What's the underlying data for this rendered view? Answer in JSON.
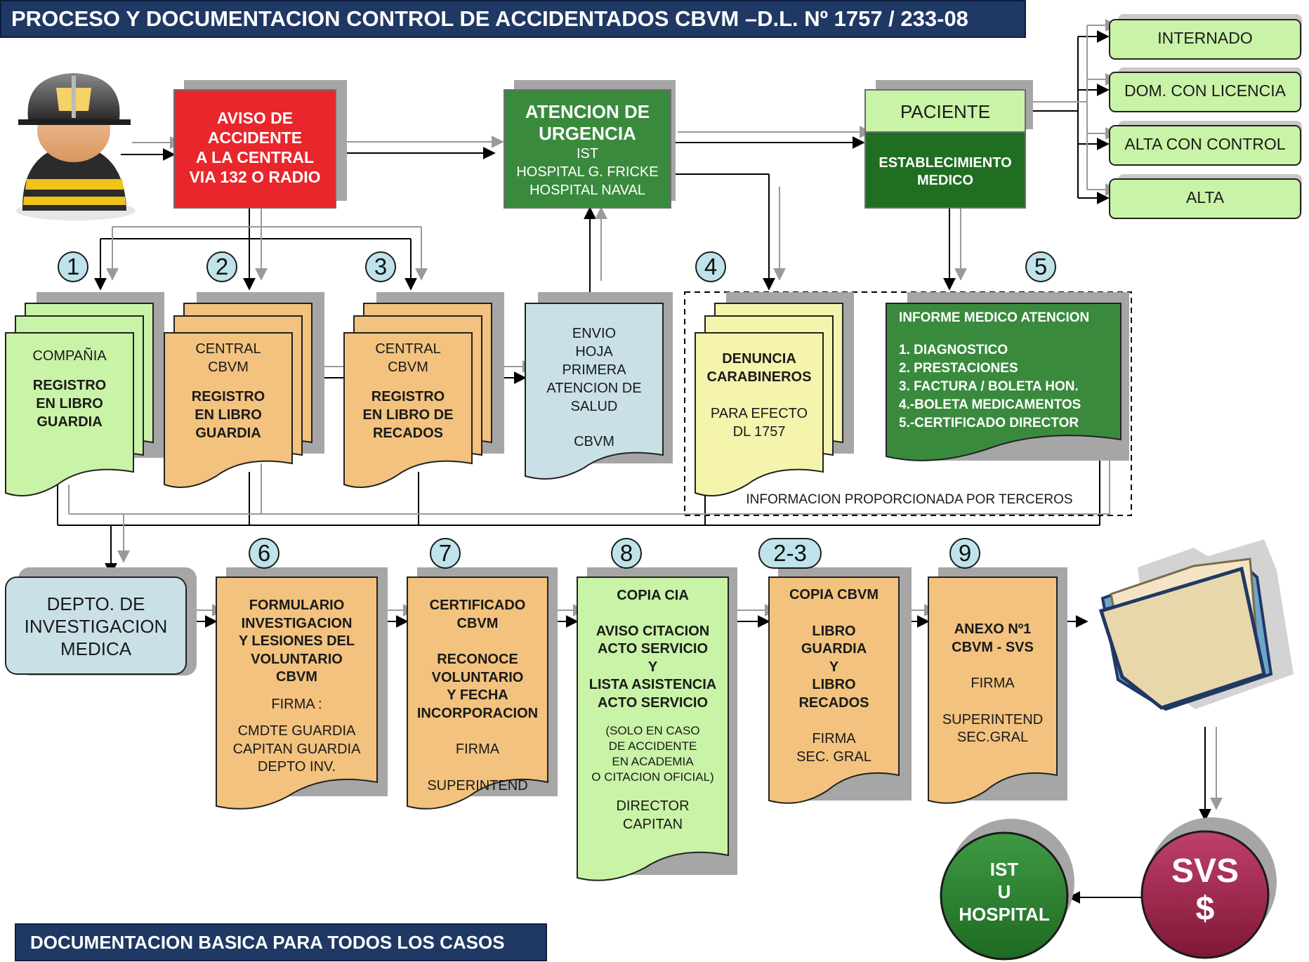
{
  "header": {
    "title": "PROCESO Y DOCUMENTACION CONTROL DE ACCIDENTADOS CBVM –D.L. Nº 1757 / 233-08"
  },
  "footer": {
    "text": "DOCUMENTACION BASICA PARA TODOS LOS CASOS"
  },
  "colors": {
    "navy": "#1f3864",
    "red": "#e8262c",
    "green": "#3a8a3e",
    "dark_green": "#1f6e22",
    "light_green": "#c9f3a7",
    "orange": "#f2c27e",
    "light_blue": "#c9e0e7",
    "yellow": "#f4f4ad",
    "maroon": "#9c2346",
    "shadow": "#a6a6a6"
  },
  "icons": {
    "firefighter": "firefighter-icon",
    "folder": "folder-icon"
  },
  "aviso": {
    "line1": "AVISO DE",
    "line2": "ACCIDENTE",
    "line3": "A LA CENTRAL",
    "line4": "VIA 132 O RADIO"
  },
  "atencion": {
    "line1": "ATENCION DE",
    "line2": "URGENCIA",
    "line3": "IST",
    "line4": "HOSPITAL G. FRICKE",
    "line5": "HOSPITAL NAVAL"
  },
  "paciente": {
    "label": "PACIENTE"
  },
  "establecimiento": {
    "line1": "ESTABLECIMIENTO",
    "line2": "MEDICO"
  },
  "outcomes": {
    "internado": "INTERNADO",
    "dom_licencia": "DOM. CON LICENCIA",
    "alta_control": "ALTA CON CONTROL",
    "alta": "ALTA"
  },
  "steps": {
    "n1": "1",
    "n2": "2",
    "n3": "3",
    "n4": "4",
    "n5": "5",
    "n6": "6",
    "n7": "7",
    "n8": "8",
    "n23": "2-3",
    "n9": "9"
  },
  "doc1": {
    "line1": "COMPAÑIA",
    "line2": "REGISTRO",
    "line3": "EN LIBRO",
    "line4": "GUARDIA"
  },
  "doc2": {
    "line1": "CENTRAL",
    "line2": "CBVM",
    "line3": "REGISTRO",
    "line4": "EN LIBRO",
    "line5": "GUARDIA"
  },
  "doc3": {
    "line1": "CENTRAL",
    "line2": "CBVM",
    "line3": "REGISTRO",
    "line4": "EN LIBRO DE",
    "line5": "RECADOS"
  },
  "envio": {
    "line1": "ENVIO",
    "line2": "HOJA",
    "line3": "PRIMERA",
    "line4": "ATENCION DE",
    "line5": "SALUD",
    "line6": "CBVM"
  },
  "denuncia": {
    "line1": "DENUNCIA",
    "line2": "CARABINEROS",
    "line3": "PARA EFECTO",
    "line4": "DL 1757"
  },
  "informe": {
    "title": "INFORME MEDICO ATENCION",
    "item1": "1. DIAGNOSTICO",
    "item2": "2. PRESTACIONES",
    "item3": "3. FACTURA / BOLETA HON.",
    "item4": "4.-BOLETA MEDICAMENTOS",
    "item5": "5.-CERTIFICADO DIRECTOR"
  },
  "terceros": {
    "label": "INFORMACION PROPORCIONADA POR TERCEROS"
  },
  "depto": {
    "line1": "DEPTO. DE",
    "line2": "INVESTIGACION",
    "line3": "MEDICA"
  },
  "doc6": {
    "line1": "FORMULARIO",
    "line2": "INVESTIGACION",
    "line3": "Y LESIONES DEL",
    "line4": "VOLUNTARIO",
    "line5": "CBVM",
    "line6": "FIRMA :",
    "line7": "CMDTE GUARDIA",
    "line8": "CAPITAN GUARDIA",
    "line9": "DEPTO INV."
  },
  "doc7": {
    "line1": "CERTIFICADO",
    "line2": "CBVM",
    "line3": "RECONOCE",
    "line4": "VOLUNTARIO",
    "line5": "Y FECHA",
    "line6": "INCORPORACION",
    "line7": "FIRMA",
    "line8": "SUPERINTEND"
  },
  "doc8": {
    "line1": "COPIA CIA",
    "line2": "AVISO CITACION",
    "line3": "ACTO SERVICIO",
    "line4": "Y",
    "line5": "LISTA ASISTENCIA",
    "line6": "ACTO SERVICIO",
    "line7": "(SOLO EN CASO",
    "line8": "DE ACCIDENTE",
    "line9": "EN ACADEMIA",
    "line10": "O CITACION OFICIAL)",
    "line11": "DIRECTOR",
    "line12": "CAPITAN"
  },
  "doc23": {
    "line1": "COPIA CBVM",
    "line2": "LIBRO",
    "line3": "GUARDIA",
    "line4": "Y",
    "line5": "LIBRO",
    "line6": "RECADOS",
    "line7": "FIRMA",
    "line8": "SEC. GRAL"
  },
  "doc9": {
    "line1": "ANEXO Nº1",
    "line2": "CBVM - SVS",
    "line3": "FIRMA",
    "line4": "SUPERINTEND",
    "line5": "SEC.GRAL"
  },
  "svs": {
    "line1": "SVS",
    "line2": "$"
  },
  "ist": {
    "line1": "IST",
    "line2": "U",
    "line3": "HOSPITAL"
  }
}
